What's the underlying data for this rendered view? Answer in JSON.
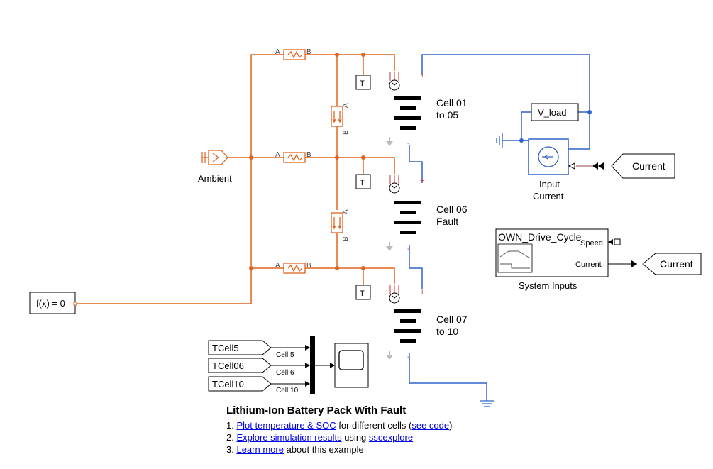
{
  "diagram": {
    "blocks": {
      "fx": "f(x) = 0",
      "ambient": "Ambient",
      "cells": [
        {
          "line1": "Cell 01",
          "line2": "to 05"
        },
        {
          "line1": "Cell 06",
          "line2": "Fault"
        },
        {
          "line1": "Cell 07",
          "line2": "to 10"
        }
      ],
      "thermal_port_a": "A",
      "thermal_port_b": "B",
      "sensor_t": "T",
      "v_load": "V_load",
      "input_current": {
        "line1": "Input",
        "line2": "Current"
      },
      "goto_current": "Current",
      "from_current": "Current",
      "drive_cycle": {
        "title": "OWN_Drive_Cycle",
        "port_speed": "Speed",
        "port_current": "Current",
        "caption": "System Inputs"
      },
      "from_tags": [
        "TCell5",
        "TCell06",
        "TCell10"
      ],
      "mux_labels": [
        "Cell 5",
        "Cell 6",
        "Cell 10"
      ]
    }
  },
  "notes": {
    "title": "Lithium-Ion Battery Pack With Fault",
    "item1": {
      "num": "1. ",
      "link": "Plot temperature & SOC",
      "mid": " for different cells (",
      "link2": "see code",
      "end": ")"
    },
    "item2": {
      "num": "2. ",
      "link": "Explore simulation results",
      "mid": " using ",
      "link2": "sscexplore"
    },
    "item3": {
      "num": "3. ",
      "link": "Learn more",
      "end": " about this example"
    }
  },
  "colors": {
    "thermal": "#e0641e",
    "electrical": "#2e63c8",
    "signal": "#000000",
    "link": "#0000ee"
  }
}
